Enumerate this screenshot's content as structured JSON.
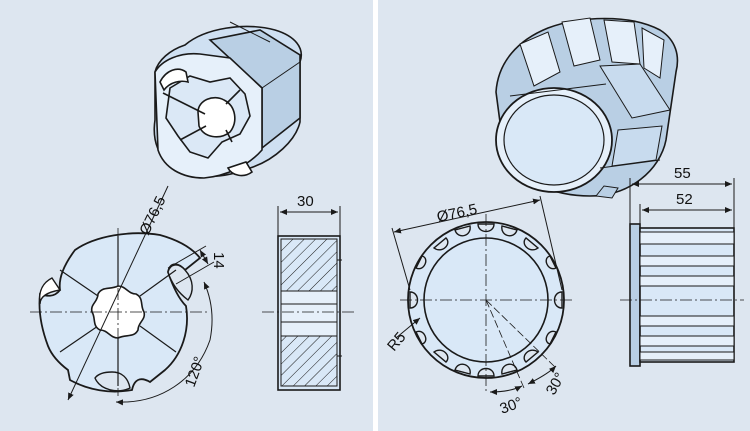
{
  "left_part": {
    "dim_diameter": "Ø76,5",
    "dim_slot_width": "14",
    "dim_angle": "120°",
    "dim_length": "30"
  },
  "right_part": {
    "dim_diameter": "Ø76,5",
    "dim_radius": "R5",
    "dim_angle_a": "30°",
    "dim_angle_b": "30°",
    "dim_total_length": "55",
    "dim_body_length": "52"
  },
  "colors": {
    "fill": "#d9e8f7",
    "fill_dark": "#b9cfe4",
    "line": "#1a1a1a",
    "background": "#dde6f0"
  }
}
